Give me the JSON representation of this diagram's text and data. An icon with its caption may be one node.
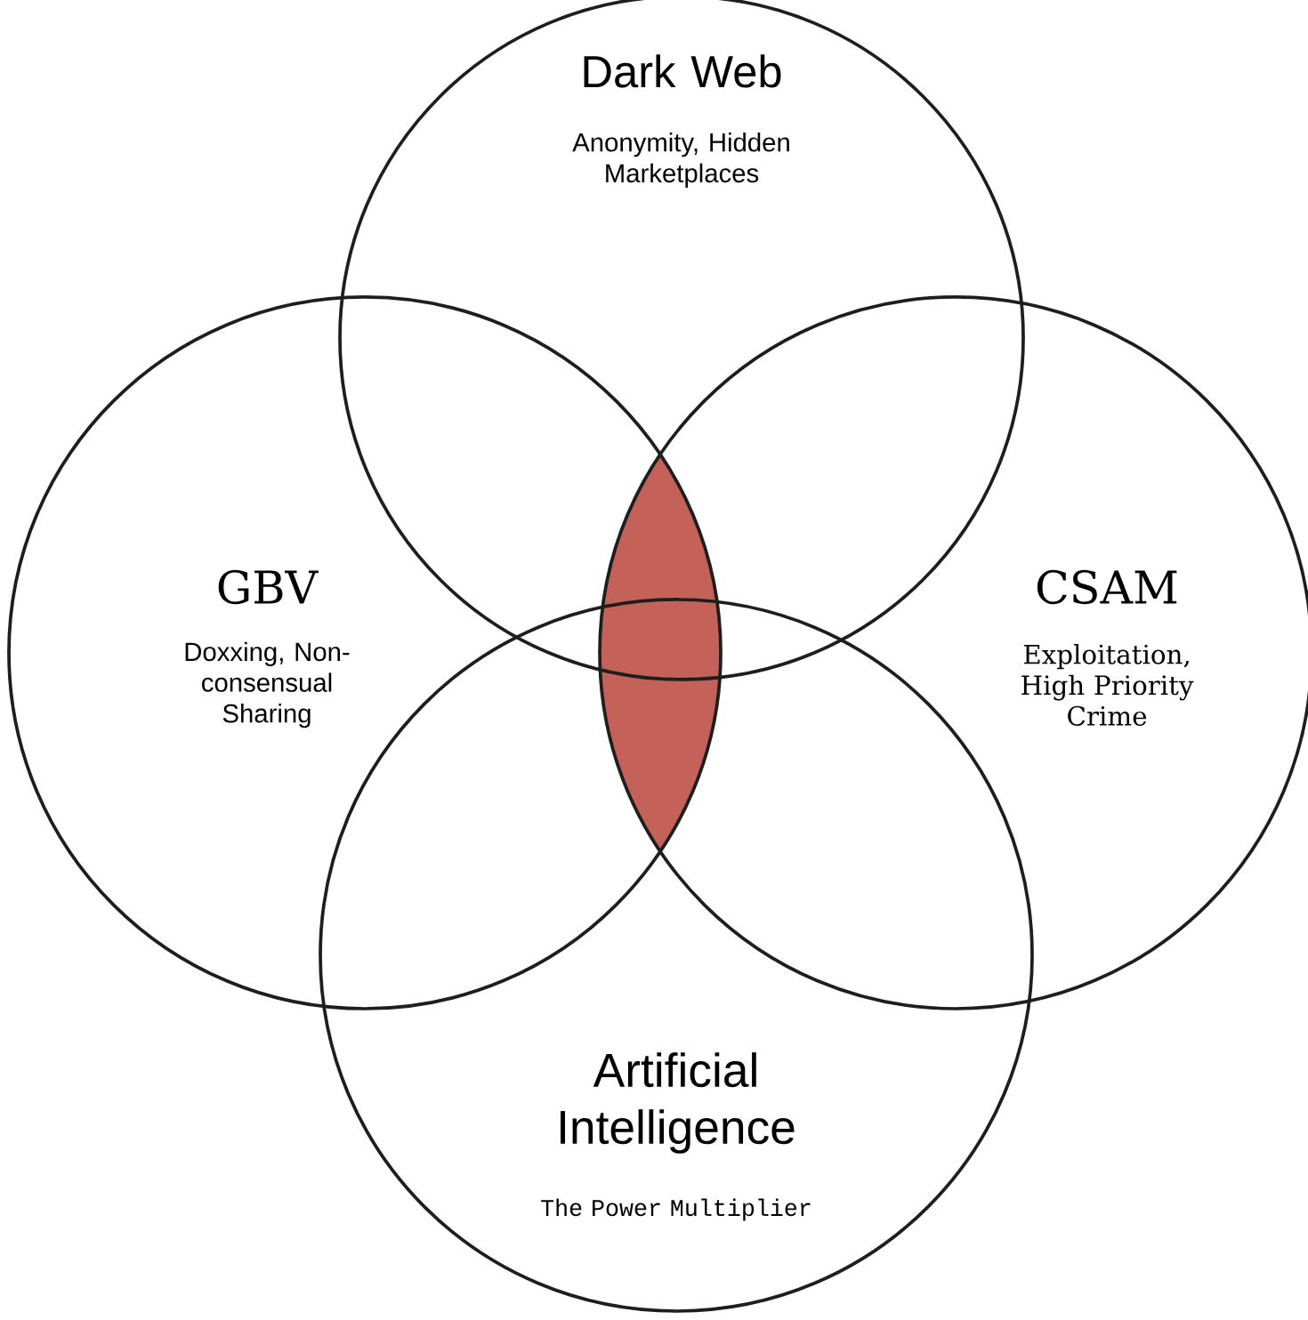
{
  "diagram": {
    "nodes": [
      {
        "text": [
          "Dark Web",
          "Anonymity, Hidden Marketplaces"
        ]
      },
      {
        "text": [
          "GBV",
          "Doxxing, Non-consensual Sharing"
        ]
      },
      {
        "text": [
          "CSAM",
          "Exploitation, High Priority Crime"
        ]
      },
      {
        "text": [
          "Artificial Intelligence",
          "The Power Multiplier"
        ]
      },
      {
        "text": [],
        "shape": "lens"
      }
    ]
  }
}
